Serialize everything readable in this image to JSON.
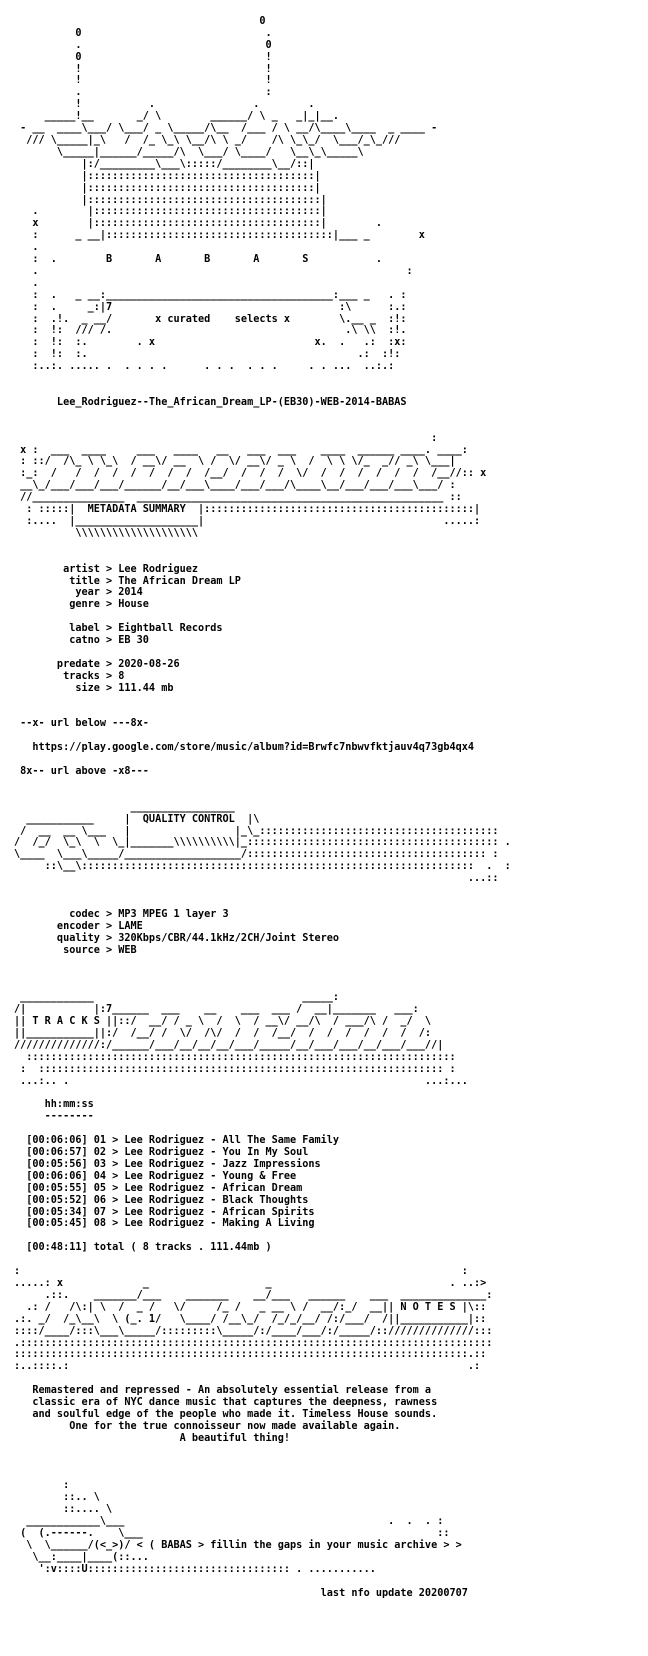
{
  "nfo_lines": [
    "",
    "                                        0",
    "          0                              .",
    "          .                              0",
    "          0                              !",
    "          !                              !",
    "          !                              !",
    "          .                              :",
    "          !           .                .        .",
    "     _____!__       _/ \\        ______/ \\ _   _|_|__.",
    " - __  ____\\___/ \\___/ _ \\_____/\\__  /___ / \\ __/\\____\\____  _ ____ -",
    "  /// \\_____|_\\   /  /_ \\_\\ \\__/\\ \\ _/    /\\ \\_\\_/  \\___/_\\_///",
    "       \\_____|______/_____/\\  \\___/ \\____/   \\__\\_\\_____\\",
    "           |:/_________\\___\\:::::/________\\__/::|",
    "           |:::::::::::::::::::::::::::::::::::::|",
    "           |:::::::::::::::::::::::::::::::::::::|",
    "           |::::::::::::::::::::::::::::::::::::::|",
    "   .        |:::::::::::::::::::::::::::::::::::::|",
    "   x        |:::::::::::::::::::::::::::::::::::::|        .",
    "   :      _ __|:::::::::::::::::::::::::::::::::::::|___ _        x",
    "   .",
    "   :  .        B       A       B       A       S           .",
    "   .                                                            :",
    "   .",
    "   :  .   _ __:_____________________________________:___ _   . :",
    "   :  .     _:|7                                     :\\      :.:",
    "   :  .!.  _ __/       x curated    selects x        \\.__ _  :!:",
    "   :  !:  /// /.                                      .\\ \\\\  :!.",
    "   :  !:  :.        . x                          x.  .   .:  :x:",
    "   :  !:  :.                                            .:  :!:",
    "   :..:. ..... .  . . . .      . . .  . . .     . . ...  ..:.:"
  ],
  "release": "Lee_Rodriguez--The_African_Dream_LP-(EB30)-WEB-2014-BABAS",
  "metadata": {
    "header": "METADATA SUMMARY",
    "artist": "Lee Rodriguez",
    "title": "The African Dream LP",
    "year": "2014",
    "genre": "House",
    "label": "Eightball Records",
    "catno": "EB 30",
    "predate": "2020-08-26",
    "tracks": "8",
    "size": "111.44 mb"
  },
  "url_below": "--x- url below ---8x-",
  "url": "https://play.google.com/store/music/album?id=Brwfc7nbwvfktjauv4q73gb4qx4",
  "url_above": "8x-- url above -x8---",
  "quality": {
    "header": "QUALITY CONTROL",
    "codec": "MP3 MPEG 1 layer 3",
    "encoder": "LAME",
    "quality": "320Kbps/CBR/44.1kHz/2CH/Joint Stereo",
    "source": "WEB"
  },
  "tracks_header": "T R A C K S",
  "tracks_format": "hh:mm:ss",
  "tracklist": [
    {
      "time": "[00:06:06]",
      "no": "01",
      "artist": "Lee Rodriguez",
      "title": "All The Same Family"
    },
    {
      "time": "[00:06:57]",
      "no": "02",
      "artist": "Lee Rodriguez",
      "title": "You In My Soul"
    },
    {
      "time": "[00:05:56]",
      "no": "03",
      "artist": "Lee Rodriguez",
      "title": "Jazz Impressions"
    },
    {
      "time": "[00:06:06]",
      "no": "04",
      "artist": "Lee Rodriguez",
      "title": "Young & Free"
    },
    {
      "time": "[00:05:55]",
      "no": "05",
      "artist": "Lee Rodriguez",
      "title": "African Dream"
    },
    {
      "time": "[00:05:52]",
      "no": "06",
      "artist": "Lee Rodriguez",
      "title": "Black Thoughts"
    },
    {
      "time": "[00:05:34]",
      "no": "07",
      "artist": "Lee Rodriguez",
      "title": "African Spirits"
    },
    {
      "time": "[00:05:45]",
      "no": "08",
      "artist": "Lee Rodriguez",
      "title": "Making A Living"
    }
  ],
  "total_line": "[00:48:11] total ( 8 tracks . 111.44mb )",
  "notes_header": "N O T E S",
  "notes": [
    "Remastered and repressed - An absolutely essential release from a",
    "classic era of NYC dance music that captures the deepness, rawness",
    "and soulful edge of the people who made it. Timeless House sounds.",
    "One for the true connoisseur now made available again.",
    "A beautiful thing!"
  ],
  "footer_tagline": "< ( BABAS > fillin the gaps in your music archive > >",
  "last_update": "last nfo update 20200707"
}
